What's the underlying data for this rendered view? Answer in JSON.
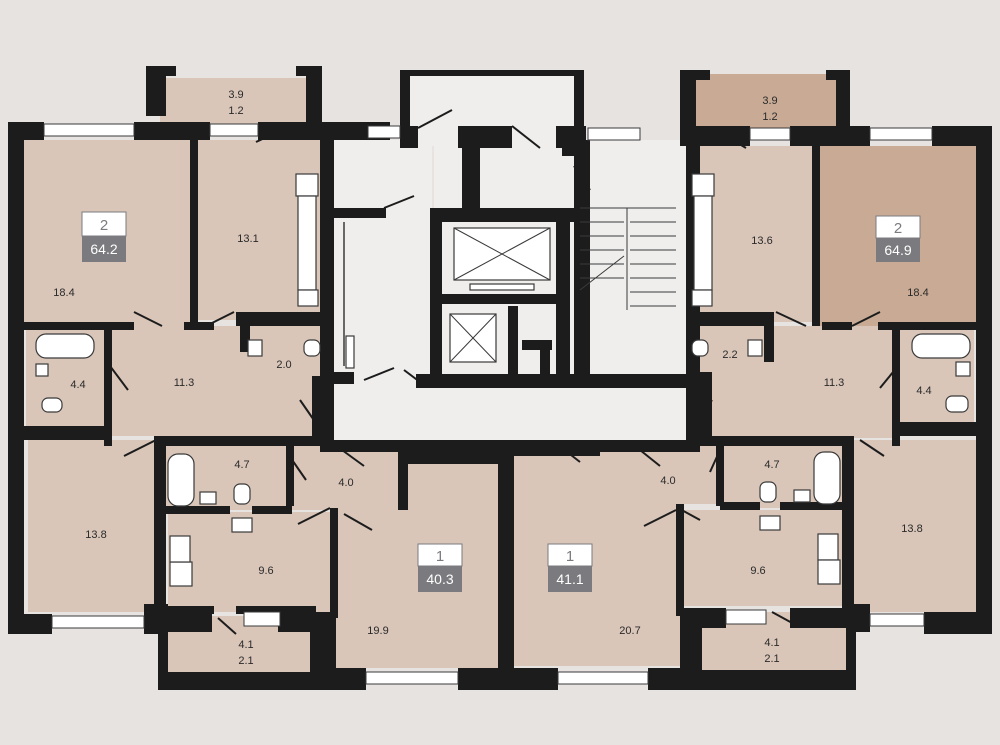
{
  "colors": {
    "room_fill": "#d9c6b9",
    "room_fill_highlight": "#c9ab95",
    "common_fill": "#f0eeed",
    "badge_bg": "#7b7b7f",
    "wall": "#1c1c1c"
  },
  "apartments": [
    {
      "rooms": "2",
      "area": "64.2"
    },
    {
      "rooms": "2",
      "area": "64.9"
    },
    {
      "rooms": "1",
      "area": "40.3"
    },
    {
      "rooms": "1",
      "area": "41.1"
    }
  ],
  "room_labels": [
    {
      "text": "3.9"
    },
    {
      "text": "1.2"
    },
    {
      "text": "18.4"
    },
    {
      "text": "13.1"
    },
    {
      "text": "4.4"
    },
    {
      "text": "11.3"
    },
    {
      "text": "2.0"
    },
    {
      "text": "13.8"
    },
    {
      "text": "4.7"
    },
    {
      "text": "4.0"
    },
    {
      "text": "9.6"
    },
    {
      "text": "4.1"
    },
    {
      "text": "2.1"
    },
    {
      "text": "19.9"
    },
    {
      "text": "3.9"
    },
    {
      "text": "1.2"
    },
    {
      "text": "13.6"
    },
    {
      "text": "18.4"
    },
    {
      "text": "2.2"
    },
    {
      "text": "11.3"
    },
    {
      "text": "4.4"
    },
    {
      "text": "4.7"
    },
    {
      "text": "4.0"
    },
    {
      "text": "13.8"
    },
    {
      "text": "9.6"
    },
    {
      "text": "4.1"
    },
    {
      "text": "2.1"
    },
    {
      "text": "20.7"
    }
  ]
}
